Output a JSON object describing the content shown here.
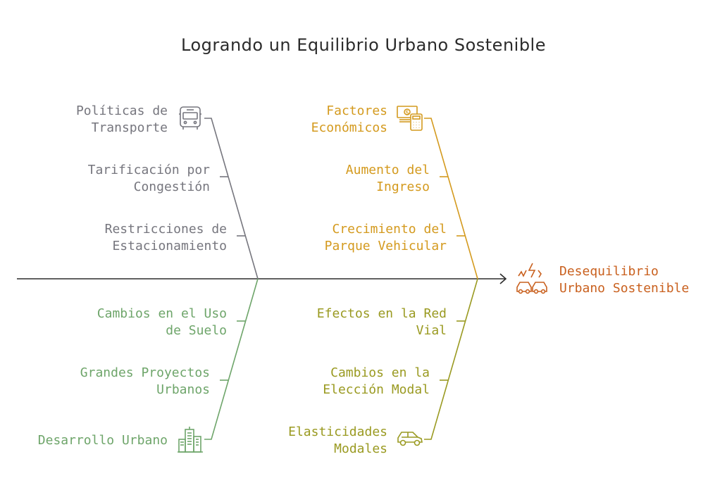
{
  "title": "Logrando un Equilibrio Urbano Sostenible",
  "effect": {
    "lines": [
      "Desequilibrio",
      "Urbano Sostenible"
    ],
    "icon": "traffic-jam-icon"
  },
  "colors": {
    "gray": "#76767e",
    "orange": "#d49a1e",
    "green": "#6ea56a",
    "olive": "#9a9a21",
    "effect": "#c9601e",
    "spine": "#2b2b2b"
  },
  "categories": {
    "politicas": {
      "lines": [
        "Políticas de",
        "Transporte"
      ],
      "icon": "bus-icon",
      "causes": [
        [
          "Tarificación por",
          "Congestión"
        ],
        [
          "Restricciones de",
          "Estacionamiento"
        ]
      ]
    },
    "factores": {
      "lines": [
        "Factores",
        "Económicos"
      ],
      "icon": "money-calculator-icon",
      "causes": [
        [
          "Aumento del",
          "Ingreso"
        ],
        [
          "Crecimiento del",
          "Parque Vehicular"
        ]
      ]
    },
    "desarrollo": {
      "lines": [
        "Desarrollo Urbano"
      ],
      "icon": "buildings-icon",
      "causes": [
        [
          "Cambios en el Uso",
          "de Suelo"
        ],
        [
          "Grandes Proyectos",
          "Urbanos"
        ]
      ]
    },
    "elasticidades": {
      "lines": [
        "Elasticidades",
        "Modales"
      ],
      "icon": "car-icon",
      "causes": [
        [
          "Efectos en la Red",
          "Vial"
        ],
        [
          "Cambios en la",
          "Elección Modal"
        ]
      ]
    }
  }
}
